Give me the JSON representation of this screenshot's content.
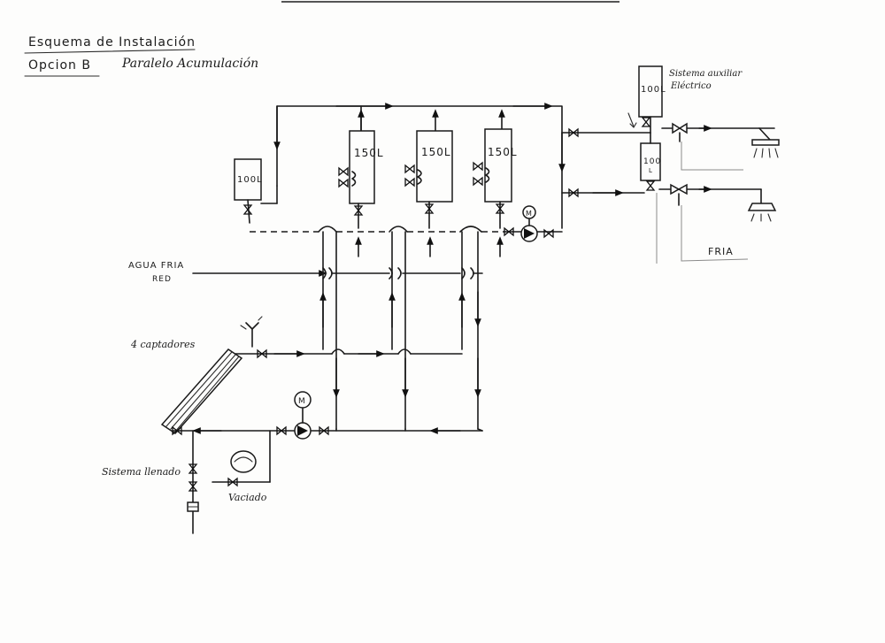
{
  "title": {
    "line1": "Esquema de Instalación",
    "line2_a": "Opcion B",
    "line2_b": "Paralelo Acumulación"
  },
  "labels": {
    "tank_small": "100L",
    "tank_1": "150L",
    "tank_2": "150L",
    "tank_3": "150L",
    "aux_tank_top": "100L",
    "aux_tank_bottom": "100",
    "aux_tank_bottom_unit": "L",
    "aux_system_line1": "Sistema auxiliar",
    "aux_system_line2": "Eléctrico",
    "cold_water_line1": "AGUA FRIA",
    "cold_water_line2": "RED",
    "collectors": "4 captadores",
    "filling_system": "Sistema llenado",
    "drain": "Vaciado",
    "cold": "FRIA",
    "pump_motor_1": "M",
    "pump_motor_2": "M"
  },
  "colors": {
    "ink": "#1a1a1a",
    "paper": "#fdfdfc",
    "pencil": "#8a8a8a"
  },
  "icons": [
    "valve-icon",
    "pump-icon",
    "motor-icon",
    "expansion-vessel-icon",
    "shower-icon",
    "arrow-icon",
    "coil-icon",
    "purge-valve-icon"
  ]
}
